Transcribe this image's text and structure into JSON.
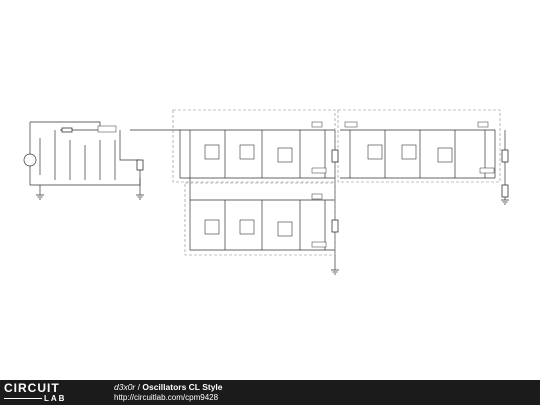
{
  "footer": {
    "logo_top": "CIRCUIT",
    "logo_bottom": "LAB",
    "author": "d3x0r",
    "separator": " / ",
    "title": "Oscillators CL Style",
    "url": "http://circuitlab.com/cpm9428"
  },
  "colors": {
    "footer_bg": "#1b1b1b",
    "wire": "#333333",
    "note_box": "#888888"
  }
}
